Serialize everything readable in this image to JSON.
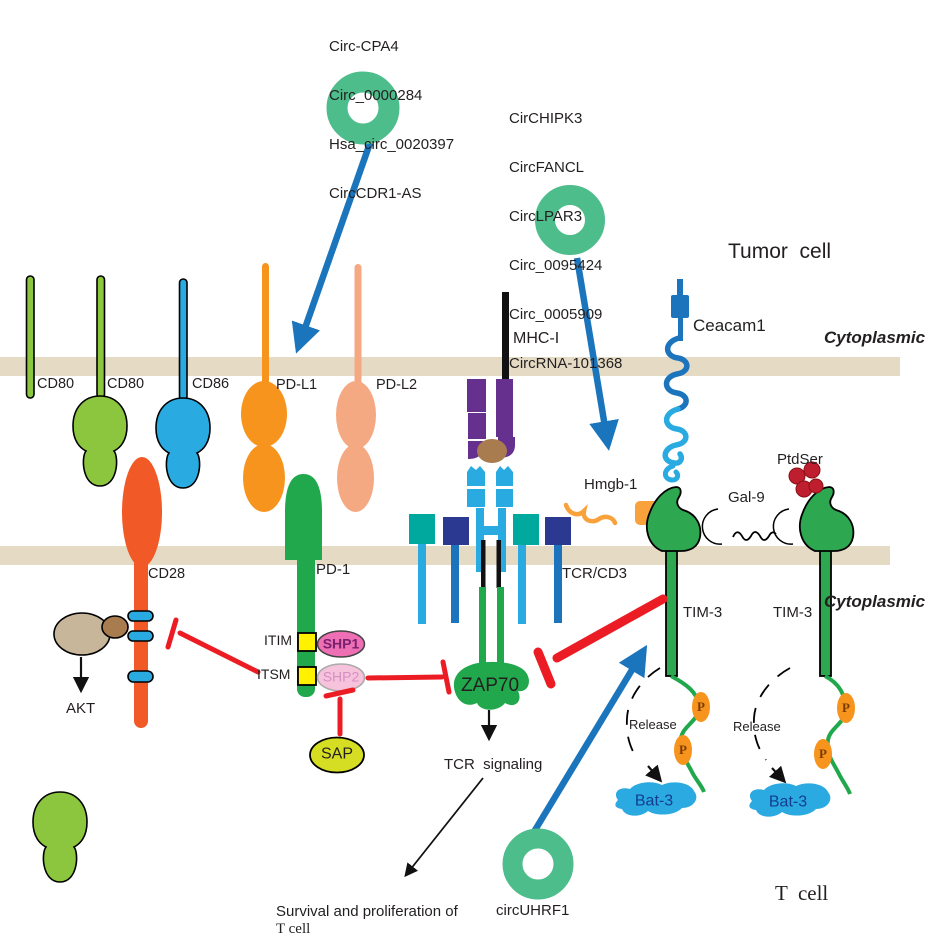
{
  "cells": {
    "tumor_cell": "Tumor  cell",
    "t_cell": "T  cell",
    "cytoplasmic_top": "Cytoplasmic",
    "cytoplasmic_bottom": "Cytoplasmic"
  },
  "circrnas": {
    "group_pdl1": [
      "Circ-CPA4",
      "Circ_0000284",
      "Hsa_circ_0020397",
      "CircCDR1-AS"
    ],
    "group_hmgb1": [
      "CirCHIPK3",
      "CircFANCL",
      "CircLPAR3",
      "Circ_0095424",
      "Circ_0005909",
      "CircRNA-101368"
    ],
    "circ_uhrf1": "circUHRF1"
  },
  "tumor_receptors": {
    "cd80_1": "CD80",
    "cd80_2": "CD80",
    "cd86": "CD86",
    "pd_l1": "PD-L1",
    "pd_l2": "PD-L2",
    "mhc_i": "MHC-I",
    "ceacam1": "Ceacam1"
  },
  "t_cell_receptors": {
    "cd28": "CD28",
    "pd_1": "PD-1",
    "tcr_cd3": "TCR/CD3",
    "tim3_left": "TIM-3",
    "tim3_right": "TIM-3"
  },
  "ligands": {
    "hmgb1": "Hmgb-1",
    "gal9": "Gal-9",
    "ptdser": "PtdSer"
  },
  "signaling": {
    "itim": "ITIM",
    "itsm": "ITSM",
    "shp1": "SHP1",
    "shp2": "SHP2",
    "sap": "SAP",
    "zap70": "ZAP70",
    "akt": "AKT",
    "phospho": "P",
    "bat3_left": "Bat-3",
    "bat3_right": "Bat-3",
    "release_left": "Release",
    "release_right": "Release",
    "tcr_signaling": "TCR  signaling",
    "survival_line1": "Survival and proliferation of",
    "survival_line2": "T cell"
  },
  "colors": {
    "membrane": "#E5DAC4",
    "circrna_green": "#4DBD8B",
    "arrow_blue": "#1B75BC",
    "inhibit_red": "#EC1C24",
    "cd80_green": "#8CC63E",
    "cd86_blue": "#29ABE2",
    "pdl1_orange": "#F7941E",
    "pdl2_salmon": "#F5A983",
    "cd28_red_orange": "#F15A26",
    "pd1_green": "#21A84C",
    "mhc_purple": "#66308F",
    "peptide_brown": "#A87C4F",
    "cd3_teal": "#00A99D",
    "cd3_navy": "#2B3990",
    "tim3_green": "#2EA850",
    "gal9_magenta": "#EC008C",
    "ptdser_red": "#BE1E2D",
    "phospho_orange": "#F7941E",
    "bat3_blue": "#2BA9E1",
    "sap_yellow": "#D6DE23",
    "shp1_pink": "#EF6FB4",
    "shp2_pink": "#F6C2DC",
    "itim_yellow": "#FFF100",
    "hmgb1_orange": "#F9A13B"
  }
}
